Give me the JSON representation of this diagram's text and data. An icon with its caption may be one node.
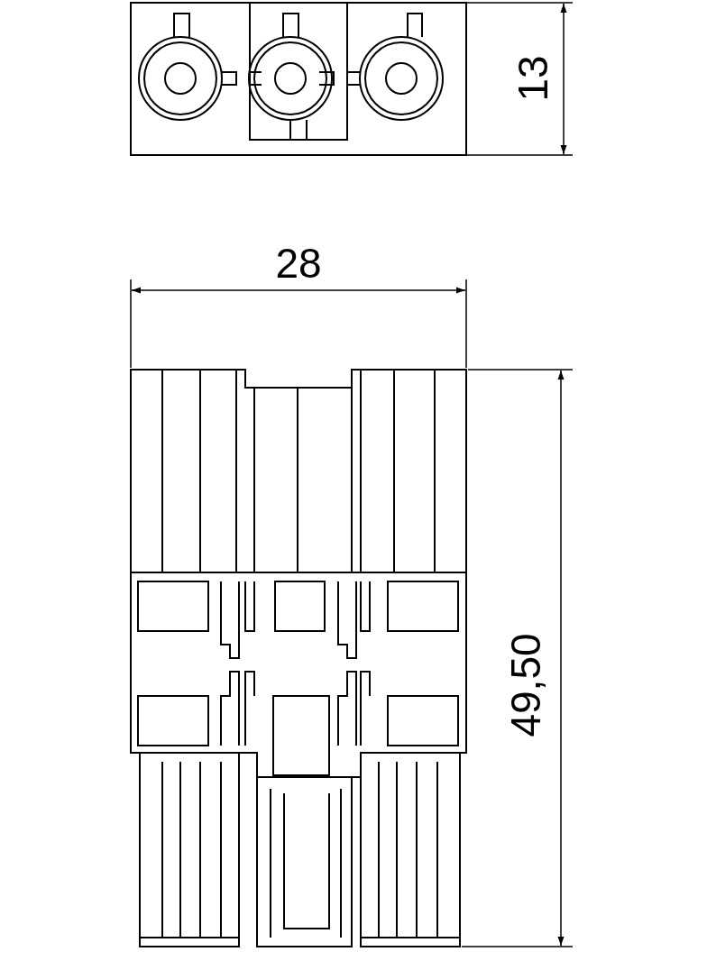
{
  "diagram": {
    "labels": [
      "13",
      "28",
      "49,50"
    ]
  }
}
